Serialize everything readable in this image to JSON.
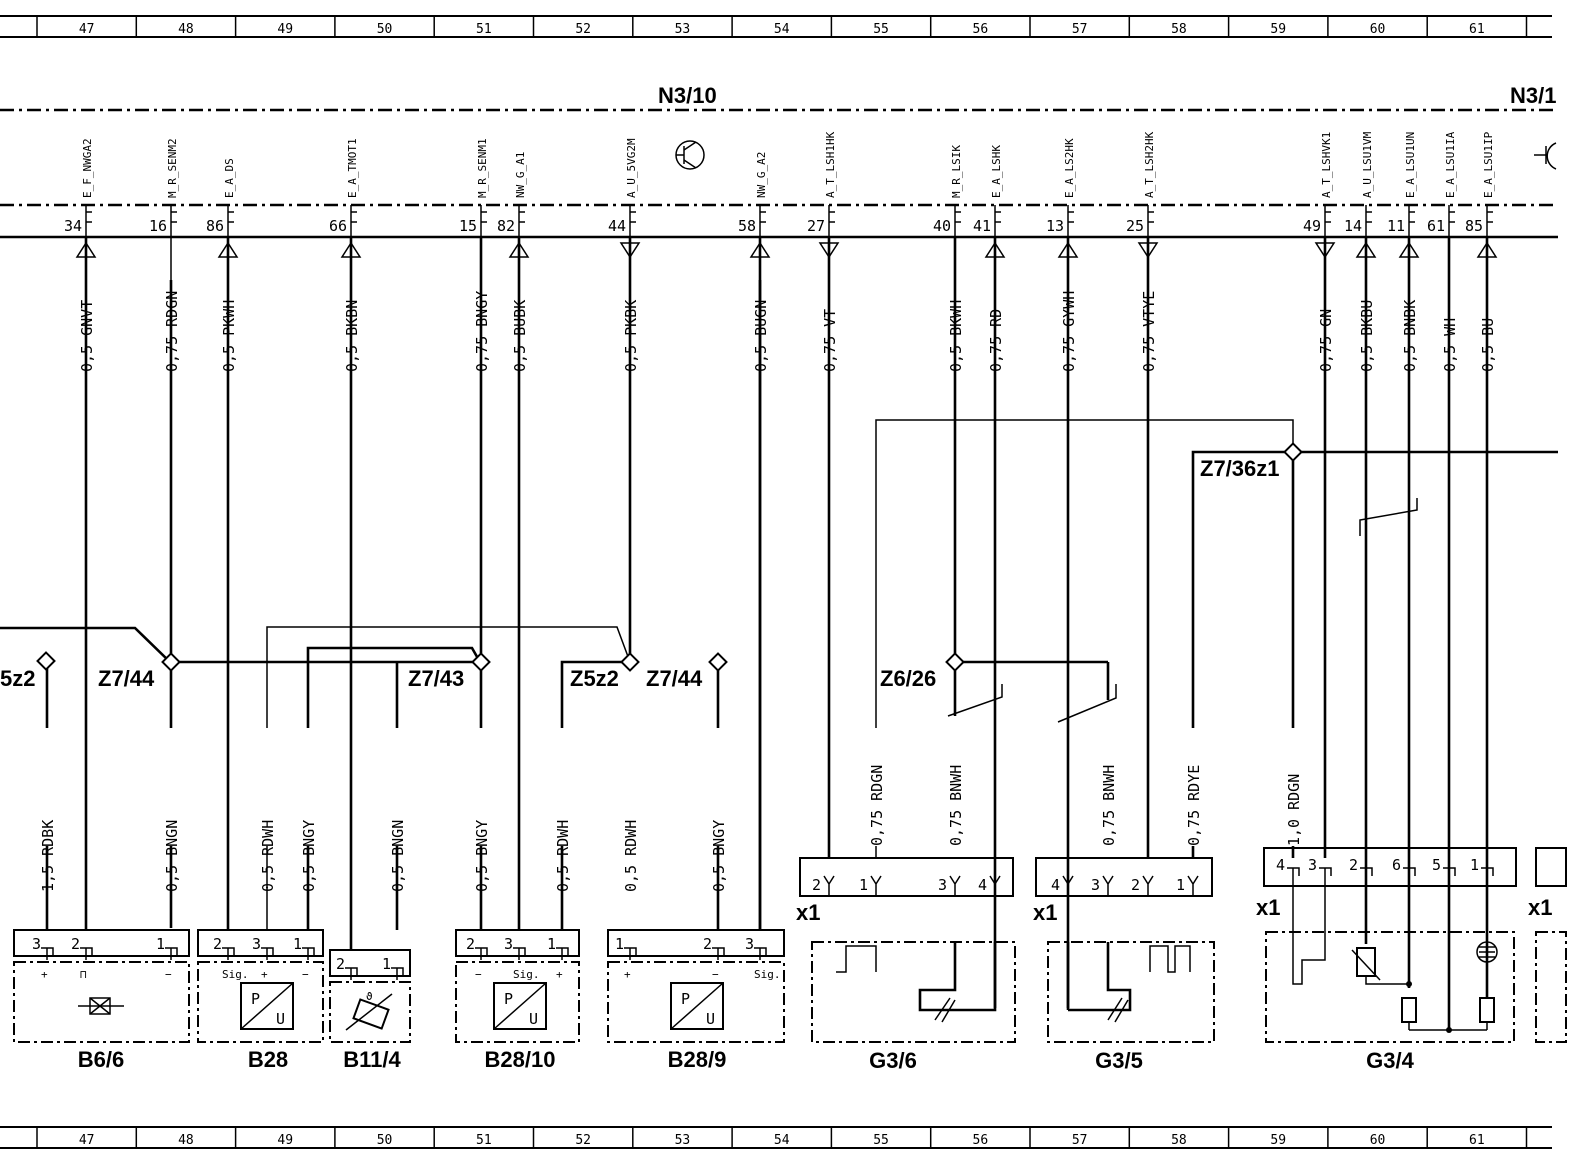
{
  "columns": [
    "47",
    "48",
    "49",
    "50",
    "51",
    "52",
    "53",
    "54",
    "55",
    "56",
    "57",
    "58",
    "59",
    "60",
    "61"
  ],
  "modules": [
    {
      "id": "n3-10",
      "label": "N3/10"
    },
    {
      "id": "n3-right",
      "label": "N3/1"
    }
  ],
  "pins": [
    {
      "id": "p34",
      "num": "34",
      "signal": "E_F_NWGA2",
      "dir": "up",
      "wire": "0,5 GNVT"
    },
    {
      "id": "p16",
      "num": "16",
      "signal": "M_R_SENM2",
      "dir": "none",
      "wire": "0,75 RDGN"
    },
    {
      "id": "p86",
      "num": "86",
      "signal": "E_A_DS",
      "dir": "up",
      "wire": "0,5 PKWH"
    },
    {
      "id": "p66",
      "num": "66",
      "signal": "E_A_TMOT1",
      "dir": "up",
      "wire": "0,5 BKBN"
    },
    {
      "id": "p15",
      "num": "15",
      "signal": "M_R_SENM1",
      "dir": "none",
      "wire": "0,75 BNGY"
    },
    {
      "id": "p82",
      "num": "82",
      "signal": "NW_G_A1",
      "dir": "up",
      "wire": "0,5 BUBK"
    },
    {
      "id": "p44",
      "num": "44",
      "signal": "A_U_5VG2M",
      "dir": "down",
      "wire": "0,5 PKBK"
    },
    {
      "id": "p58",
      "num": "58",
      "signal": "NW_G_A2",
      "dir": "up",
      "wire": "0,5 BUGN"
    },
    {
      "id": "p27",
      "num": "27",
      "signal": "A_T_LSH1HK",
      "dir": "down",
      "wire": "0,75 VT"
    },
    {
      "id": "p40",
      "num": "40",
      "signal": "M_R_LSIK",
      "dir": "none",
      "wire": "0,5 BKWH"
    },
    {
      "id": "p41",
      "num": "41",
      "signal": "E_A_LSHK",
      "dir": "up",
      "wire": "0,75 RD"
    },
    {
      "id": "p13",
      "num": "13",
      "signal": "E_A_LS2HK",
      "dir": "up",
      "wire": "0,75 GYWH"
    },
    {
      "id": "p25",
      "num": "25",
      "signal": "A_T_LSH2HK",
      "dir": "down",
      "wire": "0,75 VTYE"
    },
    {
      "id": "p49",
      "num": "49",
      "signal": "A_T_LSHVK1",
      "dir": "down",
      "wire": "0,75 GN"
    },
    {
      "id": "p14",
      "num": "14",
      "signal": "A_U_LSU1VM",
      "dir": "up",
      "wire": "0,5 BKBU"
    },
    {
      "id": "p11",
      "num": "11",
      "signal": "E_A_LSU1UN",
      "dir": "up",
      "wire": "0,5 BNBK"
    },
    {
      "id": "p61",
      "num": "61",
      "signal": "E_A_LSU1IA",
      "dir": "none",
      "wire": "0,5 WH"
    },
    {
      "id": "p85",
      "num": "85",
      "signal": "E_A_LSU1IP",
      "dir": "up",
      "wire": "0,5 BU"
    }
  ],
  "splices": [
    {
      "id": "z5z2-left",
      "label": "5z2"
    },
    {
      "id": "z7-44-left",
      "label": "Z7/44"
    },
    {
      "id": "z7-43",
      "label": "Z7/43"
    },
    {
      "id": "z5z2-mid",
      "label": "Z5z2"
    },
    {
      "id": "z7-44-right",
      "label": "Z7/44"
    },
    {
      "id": "z6-26",
      "label": "Z6/26"
    },
    {
      "id": "z7-36z1",
      "label": "Z7/36z1"
    }
  ],
  "lower_wires": [
    {
      "id": "lw-rdbk",
      "text": "1,5 RDBK"
    },
    {
      "id": "lw-bngn1",
      "text": "0,5 BNGN"
    },
    {
      "id": "lw-rdwh1",
      "text": "0,5 RDWH"
    },
    {
      "id": "lw-bngy1",
      "text": "0,5 BNGY"
    },
    {
      "id": "lw-bngn2",
      "text": "0,5 BNGN"
    },
    {
      "id": "lw-bngy2",
      "text": "0,5 BNGY"
    },
    {
      "id": "lw-rdwh2",
      "text": "0,5 RDWH"
    },
    {
      "id": "lw-rdwh3",
      "text": "0,5 RDWH"
    },
    {
      "id": "lw-bngy3",
      "text": "0,5 BNGY"
    },
    {
      "id": "lw-rdgn1",
      "text": "0,75 RDGN"
    },
    {
      "id": "lw-bnwh1",
      "text": "0,75 BNWH"
    },
    {
      "id": "lw-bnwh2",
      "text": "0,75 BNWH"
    },
    {
      "id": "lw-rdye",
      "text": "0,75 RDYE"
    },
    {
      "id": "lw-rdgn2",
      "text": "1,0 RDGN"
    }
  ],
  "components": [
    {
      "id": "b6-6",
      "label": "B6/6",
      "pins": [
        "3",
        "2",
        "1"
      ],
      "terms": [
        "+",
        "⊓",
        "−"
      ]
    },
    {
      "id": "b28",
      "label": "B28",
      "pins": [
        "2",
        "3",
        "1"
      ],
      "terms": [
        "Sig.",
        "+",
        "−"
      ]
    },
    {
      "id": "b11-4",
      "label": "B11/4",
      "pins": [
        "2",
        "1"
      ],
      "terms": []
    },
    {
      "id": "b28-10",
      "label": "B28/10",
      "pins": [
        "2",
        "3",
        "1"
      ],
      "terms": [
        "−",
        "Sig.",
        "+"
      ]
    },
    {
      "id": "b28-9",
      "label": "B28/9",
      "pins": [
        "1",
        "2",
        "3"
      ],
      "terms": [
        "+",
        "−",
        "Sig."
      ]
    },
    {
      "id": "g3-6",
      "label": "G3/6",
      "pins": [
        "2",
        "1",
        "3",
        "4"
      ],
      "terms": []
    },
    {
      "id": "g3-5",
      "label": "G3/5",
      "pins": [
        "4",
        "3",
        "2",
        "1"
      ],
      "terms": []
    },
    {
      "id": "g3-4",
      "label": "G3/4",
      "pins": [
        "4",
        "3",
        "2",
        "6",
        "5",
        "1"
      ],
      "terms": []
    }
  ],
  "connector_label": "x1",
  "symbols": {
    "pu": "P/U",
    "theta": "ϑ"
  }
}
